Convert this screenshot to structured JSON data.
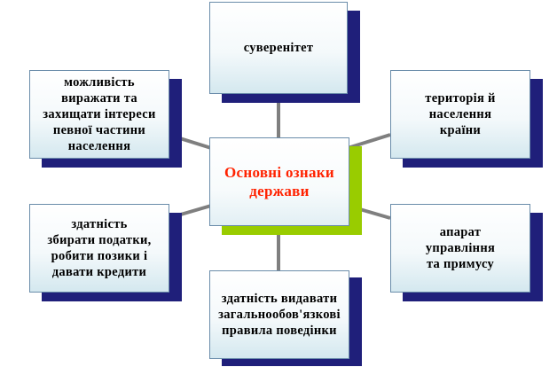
{
  "center": {
    "label": "Основні ознаки\nдержави"
  },
  "nodes": {
    "sovereignty": {
      "label": "суверенітет"
    },
    "territory": {
      "label": "територія й\nнаселення\nкраїни"
    },
    "apparatus": {
      "label": "апарат\nуправління\nта примусу"
    },
    "rules": {
      "label": "здатність видавати\nзагальнообов'язкові\nправила поведінки"
    },
    "taxes": {
      "label": "здатність\nзбирати податки,\nробити позики і\nдавати кредити"
    },
    "interests": {
      "label": "можливість\nвиражати та\nзахищати інтереси\nпевної частини\nнаселення"
    }
  },
  "colors": {
    "connector": "#7f7f7f",
    "shadow": "#1f1f7a",
    "center_shadow": "#99cc00",
    "center_text": "#ff2200"
  }
}
